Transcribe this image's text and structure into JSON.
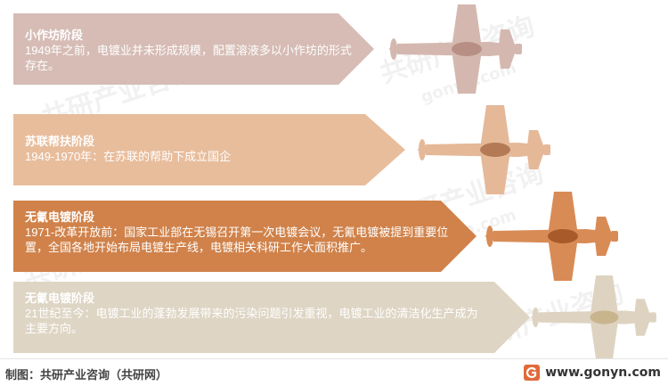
{
  "stages": [
    {
      "title": "小作坊阶段",
      "desc": "1949年之前，电镀业并未形成规模，配置溶液多以小作坊的形式存在。",
      "color": "#d6bcb5",
      "plane_color": "#d4b8b0",
      "hub_color": "#b88f84"
    },
    {
      "title": "苏联帮扶阶段",
      "desc": "1949-1970年：在苏联的帮助下成立国企",
      "color": "#e8bd9c",
      "plane_color": "#e5b898",
      "hub_color": "#b37a55"
    },
    {
      "title": "无氰电镀阶段",
      "desc": "1971-改革开放前：国家工业部在无锡召开第一次电镀会议，无氰电镀被提到重要位置，全国各地开始布局电镀生产线，电镀相关科研工作大面积推广。",
      "color": "#d0824a",
      "plane_color": "#d98b55",
      "hub_color": "#a85a2a"
    },
    {
      "title": "无氰电镀阶段",
      "desc": "21世纪至今：电镀工业的蓬勃发展带来的污染问题引发重视，电镀工业的清洁化生产成为主要方向。",
      "color": "#ded5c4",
      "plane_color": "#ddd3c0",
      "hub_color": "#c8b58e"
    }
  ],
  "footer": {
    "credit": "制图：共研产业咨询（共研网）",
    "site": "www.gonyn.com"
  },
  "watermark": {
    "brand": "共研产业咨询",
    "domain": "gonyn.com"
  }
}
